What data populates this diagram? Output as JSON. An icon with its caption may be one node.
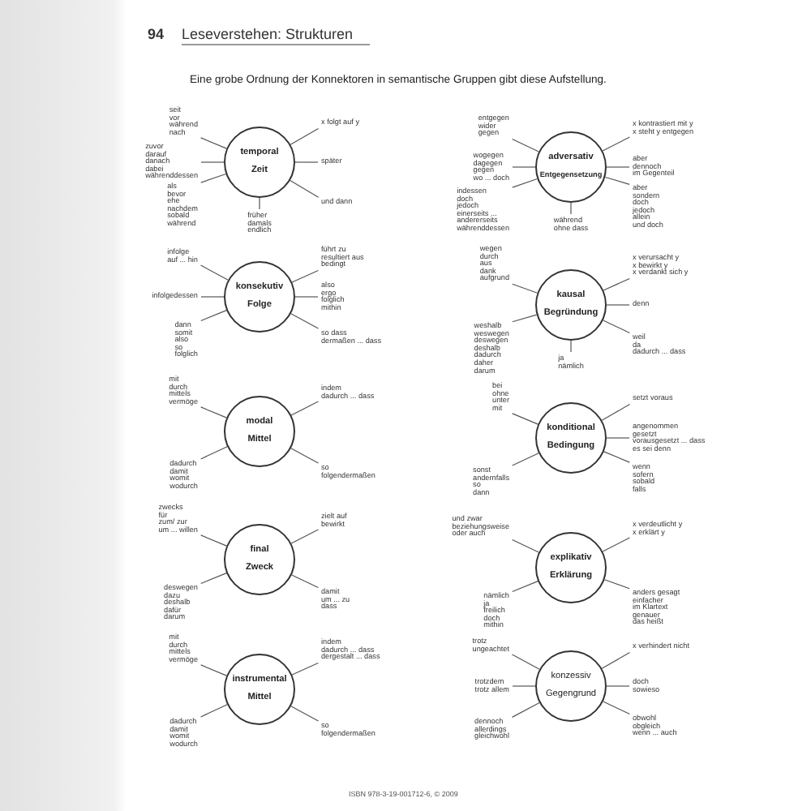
{
  "diagram": {
    "title": "Leseverstehen: Strukturen",
    "nodes": [
      {
        "text": [
          "temporal",
          "Zeit"
        ]
      },
      {
        "text": [
          "seit",
          "vor",
          "während",
          "nach"
        ]
      },
      {
        "text": [
          "x folgt auf y"
        ]
      },
      {
        "text": [
          "zuvor",
          "darauf",
          "danach",
          "dabei",
          "währenddessen"
        ]
      },
      {
        "text": [
          "später"
        ]
      },
      {
        "text": [
          "als",
          "bevor",
          "ehe",
          "nachdem",
          "sobald",
          "während"
        ]
      },
      {
        "text": [
          "früher",
          "damals",
          "endlich"
        ]
      },
      {
        "text": [
          "und dann"
        ]
      },
      {
        "text": [
          "adversativ",
          "Entgegensetzung"
        ]
      },
      {
        "text": [
          "entgegen",
          "wider",
          "gegen"
        ]
      },
      {
        "text": [
          "x kontrastiert mit y",
          "x steht y entgegen"
        ]
      },
      {
        "text": [
          "wogegen",
          "dagegen",
          "gegen",
          "wo ... doch"
        ]
      },
      {
        "text": [
          "aber",
          "dennoch",
          "im Gegenteil"
        ]
      },
      {
        "text": [
          "indessen",
          "doch",
          "jedoch",
          "einerseits ...",
          "andererseits",
          "währenddessen"
        ]
      },
      {
        "text": [
          "während",
          "ohne dass"
        ]
      },
      {
        "text": [
          "aber",
          "sondern",
          "doch",
          "jedoch",
          "allein",
          "und doch"
        ]
      },
      {
        "text": [
          "konsekutiv",
          "Folge"
        ]
      },
      {
        "text": [
          "infolge",
          "auf ... hin"
        ]
      },
      {
        "text": [
          "führt zu",
          "resultiert aus",
          "bedingt"
        ]
      },
      {
        "text": [
          "infolgedessen"
        ]
      },
      {
        "text": [
          "also",
          "ergo",
          "folglich",
          "mithin"
        ]
      },
      {
        "text": [
          "dann",
          "somit",
          "also",
          "so",
          "folglich"
        ]
      },
      {
        "text": [
          "so dass",
          "dermaßen ... dass"
        ]
      },
      {
        "text": [
          "kausal",
          "Begründung"
        ]
      },
      {
        "text": [
          "wegen",
          "durch",
          "aus",
          "dank",
          "aufgrund"
        ]
      },
      {
        "text": [
          "x verursacht y",
          "x bewirkt y",
          "x verdankt sich y"
        ]
      },
      {
        "text": [
          "denn"
        ]
      },
      {
        "text": [
          "weshalb",
          "weswegen",
          "deswegen",
          "deshalb",
          "dadurch",
          "daher",
          "darum"
        ]
      },
      {
        "text": [
          "ja",
          "nämlich"
        ]
      },
      {
        "text": [
          "weil",
          "da",
          "dadurch ... dass"
        ]
      },
      {
        "text": [
          "modal",
          "Mittel"
        ]
      },
      {
        "text": [
          "mit",
          "durch",
          "mittels",
          "vermöge"
        ]
      },
      {
        "text": [
          "indem",
          "dadurch ... dass"
        ]
      },
      {
        "text": [
          "dadurch",
          "damit",
          "womit",
          "wodurch"
        ]
      },
      {
        "text": [
          "so",
          "folgendermaßen"
        ]
      },
      {
        "text": [
          "konditional",
          "Bedingung"
        ]
      },
      {
        "text": [
          "bei",
          "ohne",
          "unter",
          "mit"
        ]
      },
      {
        "text": [
          "setzt voraus"
        ]
      },
      {
        "text": [
          "angenommen",
          "gesetzt",
          "vorausgesetzt ... dass",
          "es sei denn"
        ]
      },
      {
        "text": [
          "sonst",
          "andernfalls",
          "so",
          "dann"
        ]
      },
      {
        "text": [
          "wenn",
          "sofern",
          "sobald",
          "falls"
        ]
      },
      {
        "text": [
          "final",
          "Zweck"
        ]
      },
      {
        "text": [
          "zwecks",
          "für",
          "zum/ zur",
          "um ... willen"
        ]
      },
      {
        "text": [
          "zielt auf",
          "bewirkt"
        ]
      },
      {
        "text": [
          "deswegen",
          "dazu",
          "deshalb",
          "dafür",
          "darum"
        ]
      },
      {
        "text": [
          "damit",
          "um ... zu",
          "dass"
        ]
      },
      {
        "text": [
          "explikativ",
          "Erklärung"
        ]
      },
      {
        "text": [
          "und zwar",
          "beziehungsweise",
          "oder auch"
        ]
      },
      {
        "text": [
          "x verdeutlicht y",
          "x erklärt y"
        ]
      },
      {
        "text": [
          "nämlich",
          "ja",
          "freilich",
          "doch",
          "mithin"
        ]
      },
      {
        "text": [
          "anders gesagt",
          "einfacher",
          "im Klartext",
          "genauer",
          "das heißt"
        ]
      },
      {
        "text": [
          "instrumental",
          "Mittel"
        ]
      },
      {
        "text": [
          "mit",
          "durch",
          "mittels",
          "vermöge"
        ]
      },
      {
        "text": [
          "indem",
          "dadurch ... dass",
          "dergestalt ... dass"
        ]
      },
      {
        "text": [
          "dadurch",
          "damit",
          "womit",
          "wodurch"
        ]
      },
      {
        "text": [
          "so",
          "folgendermaßen"
        ]
      },
      {
        "text": [
          "konzessiv",
          "Gegengrund"
        ]
      },
      {
        "text": [
          "trotz",
          "ungeachtet"
        ]
      },
      {
        "text": [
          "x verhindert nicht"
        ]
      },
      {
        "text": [
          "trotzdem",
          "trotz allem"
        ]
      },
      {
        "text": [
          "doch",
          "sowieso"
        ]
      },
      {
        "text": [
          "dennoch",
          "allerdings",
          "gleichwohl"
        ]
      },
      {
        "text": [
          "obwohl",
          "obgleich",
          "wenn ... auch"
        ]
      }
    ],
    "edges": [
      {
        "from": 0,
        "to": 1,
        "arrow": "none"
      },
      {
        "from": 0,
        "to": 2,
        "arrow": "none"
      },
      {
        "from": 0,
        "to": 3,
        "arrow": "none"
      },
      {
        "from": 0,
        "to": 4,
        "arrow": "none"
      },
      {
        "from": 0,
        "to": 5,
        "arrow": "none"
      },
      {
        "from": 0,
        "to": 6,
        "arrow": "none"
      },
      {
        "from": 0,
        "to": 7,
        "arrow": "none"
      },
      {
        "from": 8,
        "to": 9,
        "arrow": "none"
      },
      {
        "from": 8,
        "to": 10,
        "arrow": "none"
      },
      {
        "from": 8,
        "to": 11,
        "arrow": "none"
      },
      {
        "from": 8,
        "to": 12,
        "arrow": "none"
      },
      {
        "from": 8,
        "to": 13,
        "arrow": "none"
      },
      {
        "from": 8,
        "to": 14,
        "arrow": "none"
      },
      {
        "from": 8,
        "to": 15,
        "arrow": "none"
      },
      {
        "from": 16,
        "to": 17,
        "arrow": "none"
      },
      {
        "from": 16,
        "to": 18,
        "arrow": "none"
      },
      {
        "from": 16,
        "to": 19,
        "arrow": "none"
      },
      {
        "from": 16,
        "to": 20,
        "arrow": "none"
      },
      {
        "from": 16,
        "to": 21,
        "arrow": "none"
      },
      {
        "from": 16,
        "to": 22,
        "arrow": "none"
      },
      {
        "from": 23,
        "to": 24,
        "arrow": "none"
      },
      {
        "from": 23,
        "to": 25,
        "arrow": "none"
      },
      {
        "from": 23,
        "to": 26,
        "arrow": "none"
      },
      {
        "from": 23,
        "to": 27,
        "arrow": "none"
      },
      {
        "from": 23,
        "to": 28,
        "arrow": "none"
      },
      {
        "from": 23,
        "to": 29,
        "arrow": "none"
      },
      {
        "from": 30,
        "to": 31,
        "arrow": "none"
      },
      {
        "from": 30,
        "to": 32,
        "arrow": "none"
      },
      {
        "from": 30,
        "to": 33,
        "arrow": "none"
      },
      {
        "from": 30,
        "to": 34,
        "arrow": "none"
      },
      {
        "from": 35,
        "to": 36,
        "arrow": "none"
      },
      {
        "from": 35,
        "to": 37,
        "arrow": "none"
      },
      {
        "from": 35,
        "to": 38,
        "arrow": "none"
      },
      {
        "from": 35,
        "to": 39,
        "arrow": "none"
      },
      {
        "from": 35,
        "to": 40,
        "arrow": "none"
      },
      {
        "from": 41,
        "to": 42,
        "arrow": "none"
      },
      {
        "from": 41,
        "to": 43,
        "arrow": "none"
      },
      {
        "from": 41,
        "to": 44,
        "arrow": "none"
      },
      {
        "from": 41,
        "to": 45,
        "arrow": "none"
      },
      {
        "from": 46,
        "to": 47,
        "arrow": "none"
      },
      {
        "from": 46,
        "to": 48,
        "arrow": "none"
      },
      {
        "from": 46,
        "to": 49,
        "arrow": "none"
      },
      {
        "from": 46,
        "to": 50,
        "arrow": "none"
      },
      {
        "from": 51,
        "to": 52,
        "arrow": "none"
      },
      {
        "from": 51,
        "to": 53,
        "arrow": "none"
      },
      {
        "from": 51,
        "to": 54,
        "arrow": "none"
      },
      {
        "from": 51,
        "to": 55,
        "arrow": "none"
      },
      {
        "from": 56,
        "to": 57,
        "arrow": "none"
      },
      {
        "from": 56,
        "to": 58,
        "arrow": "none"
      },
      {
        "from": 56,
        "to": 59,
        "arrow": "none"
      },
      {
        "from": 56,
        "to": 60,
        "arrow": "none"
      },
      {
        "from": 56,
        "to": 61,
        "arrow": "none"
      },
      {
        "from": 56,
        "to": 62,
        "arrow": "none"
      }
    ],
    "labels": [
      "94",
      "Eine grobe Ordnung der Konnektoren in semantische Gruppen gibt diese Aufstellung.",
      "ISBN 978-3-19-001712-6, © 2009"
    ]
  }
}
